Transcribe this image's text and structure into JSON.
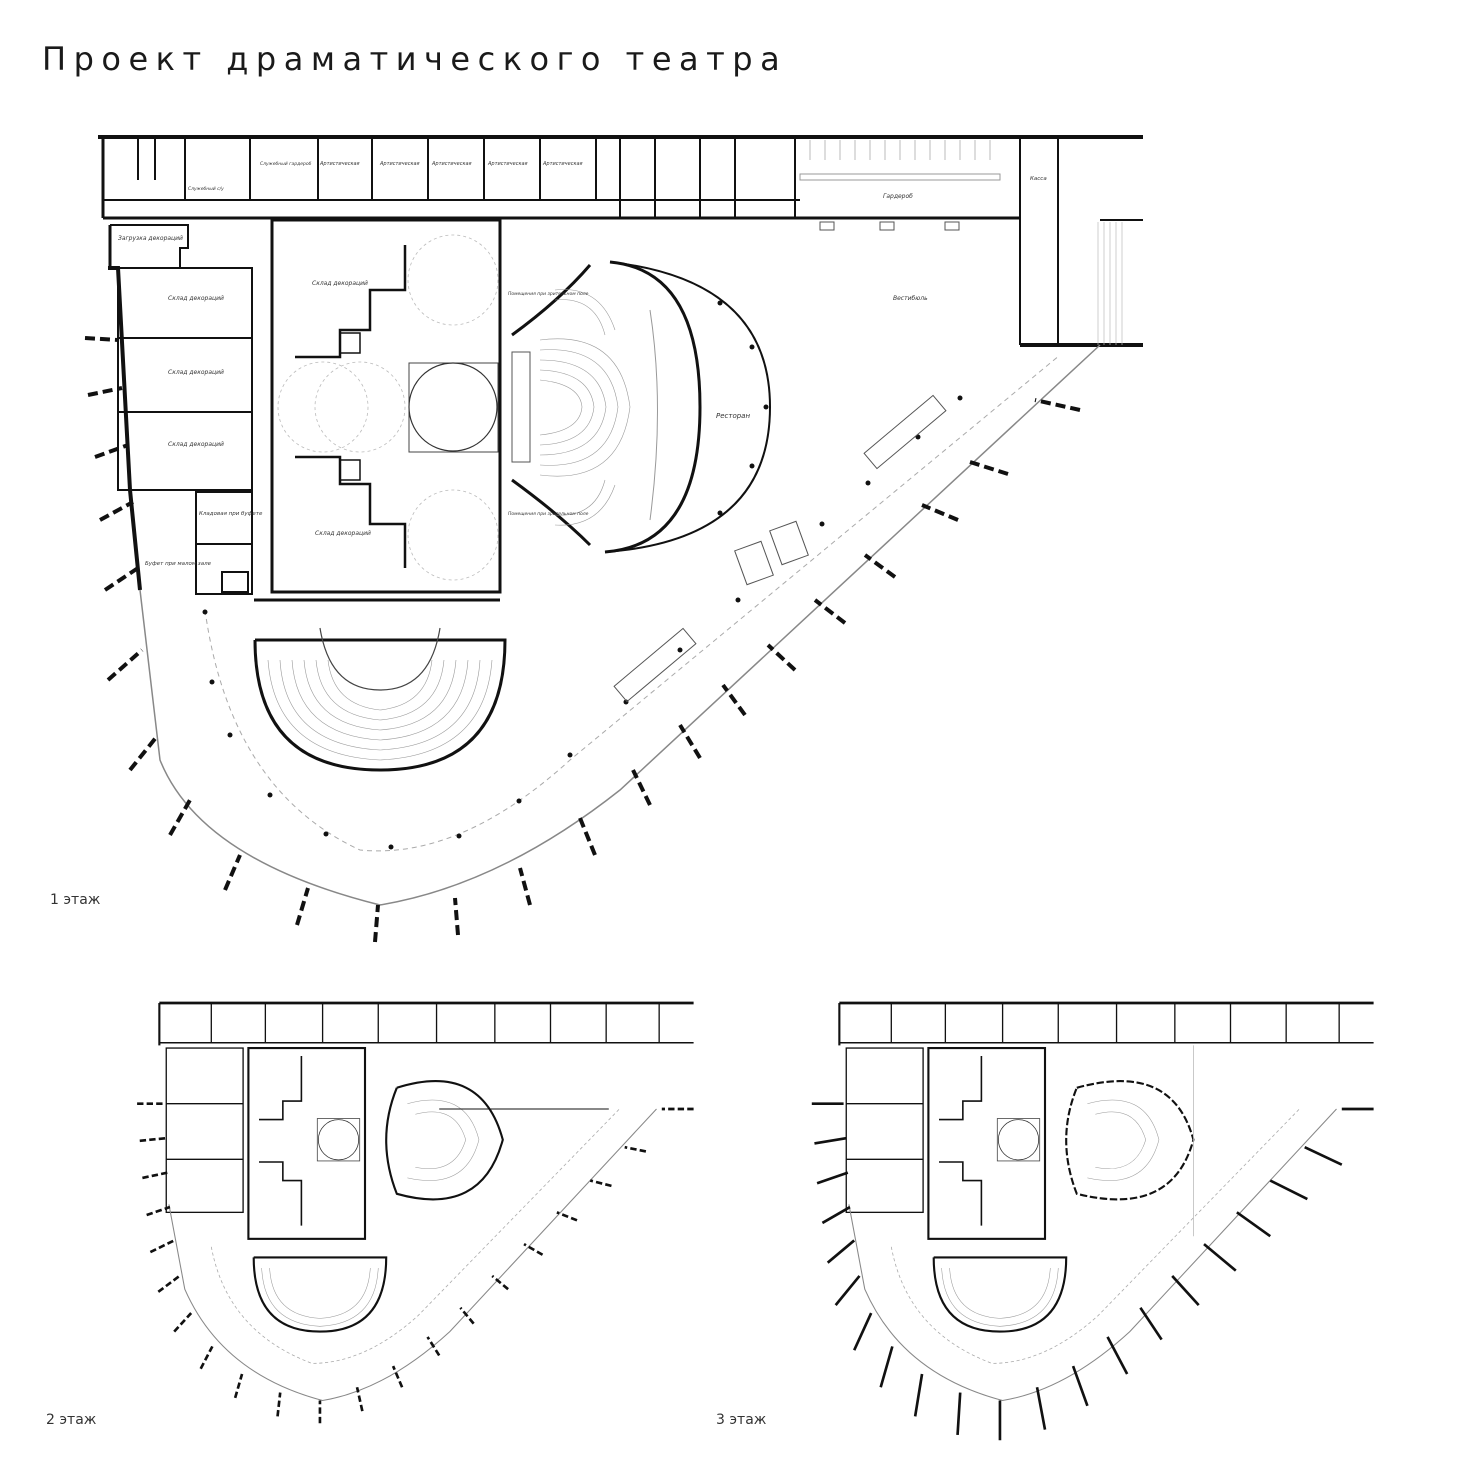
{
  "title": "Проект драматического театра",
  "floors": [
    {
      "label": "1 этаж"
    },
    {
      "label": "2 этаж"
    },
    {
      "label": "3 этаж"
    }
  ],
  "rooms": {
    "zagruzka": "Загрузка декораций",
    "sklad": "Склад декораций",
    "kladovaya": "Кладовая при буфете",
    "bufet": "Буфет при малом зале",
    "artist": "Артистическая",
    "sluzh_garderob": "Служебный гардероб",
    "sluzh_su": "Служебный с/у",
    "pomeshch": "Помещения при зрительном поле",
    "restoran": "Ресторан",
    "garderob": "Гардероб",
    "kassa": "Касса",
    "vestibul": "Вестибюль"
  },
  "colors": {
    "ink": "#111111",
    "line": "#999999",
    "light": "#cccccc",
    "bg": "#ffffff"
  }
}
